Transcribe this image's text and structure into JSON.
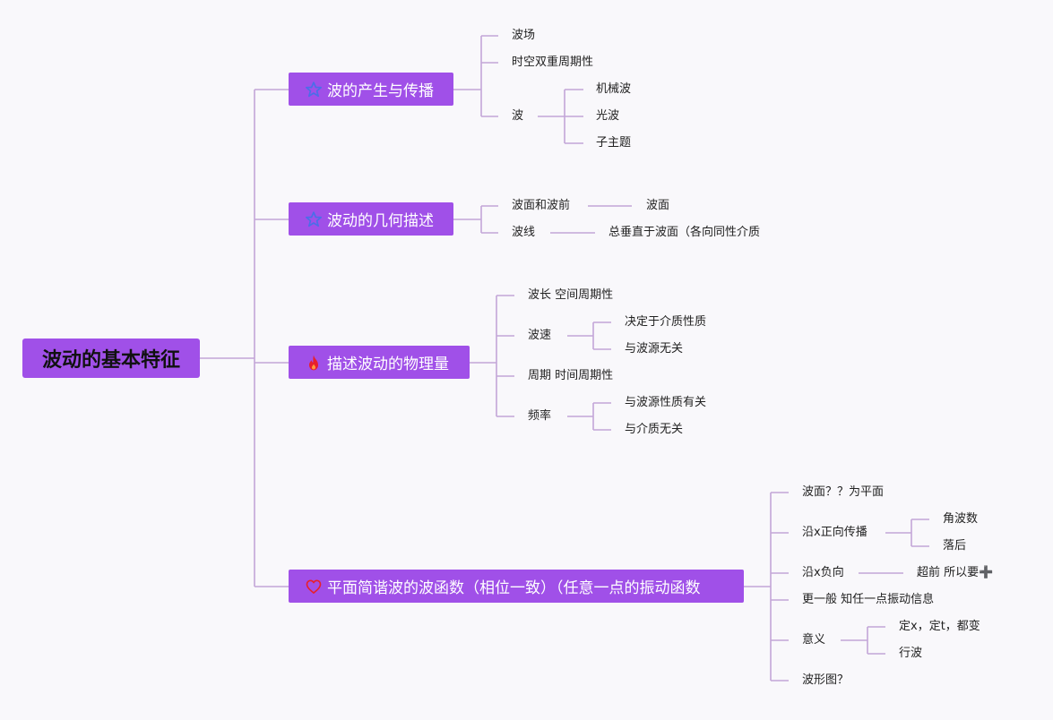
{
  "root": {
    "label": "波动的基本特征"
  },
  "branches": [
    {
      "label": "波的产生与传播",
      "icon": "star-icon",
      "children": [
        {
          "label": "波场"
        },
        {
          "label": "时空双重周期性"
        },
        {
          "label": "波",
          "children": [
            {
              "label": "机械波"
            },
            {
              "label": "光波"
            },
            {
              "label": "子主题"
            }
          ]
        }
      ]
    },
    {
      "label": "波动的几何描述",
      "icon": "star-icon",
      "children": [
        {
          "label": "波面和波前",
          "children": [
            {
              "label": "波面"
            }
          ]
        },
        {
          "label": "波线",
          "children": [
            {
              "label": "总垂直于波面（各向同性介质"
            }
          ]
        }
      ]
    },
    {
      "label": "描述波动的物理量",
      "icon": "fire-icon",
      "children": [
        {
          "label": "波长 空间周期性"
        },
        {
          "label": "波速",
          "children": [
            {
              "label": "决定于介质性质"
            },
            {
              "label": "与波源无关"
            }
          ]
        },
        {
          "label": "周期 时间周期性"
        },
        {
          "label": "频率",
          "children": [
            {
              "label": "与波源性质有关"
            },
            {
              "label": "与介质无关"
            }
          ]
        }
      ]
    },
    {
      "label": "平面简谐波的波函数（相位一致）（任意一点的振动函数",
      "icon": "heart-icon",
      "children": [
        {
          "label": "波面？？为平面"
        },
        {
          "label": "沿x正向传播",
          "children": [
            {
              "label": "角波数"
            },
            {
              "label": "落后"
            }
          ]
        },
        {
          "label": "沿x负向",
          "children": [
            {
              "label": "超前 所以要➕"
            }
          ]
        },
        {
          "label": "更一般 知任一点振动信息"
        },
        {
          "label": "意义",
          "children": [
            {
              "label": "定x，定t，都变"
            },
            {
              "label": "行波"
            }
          ]
        },
        {
          "label": "波形图？"
        }
      ]
    }
  ]
}
